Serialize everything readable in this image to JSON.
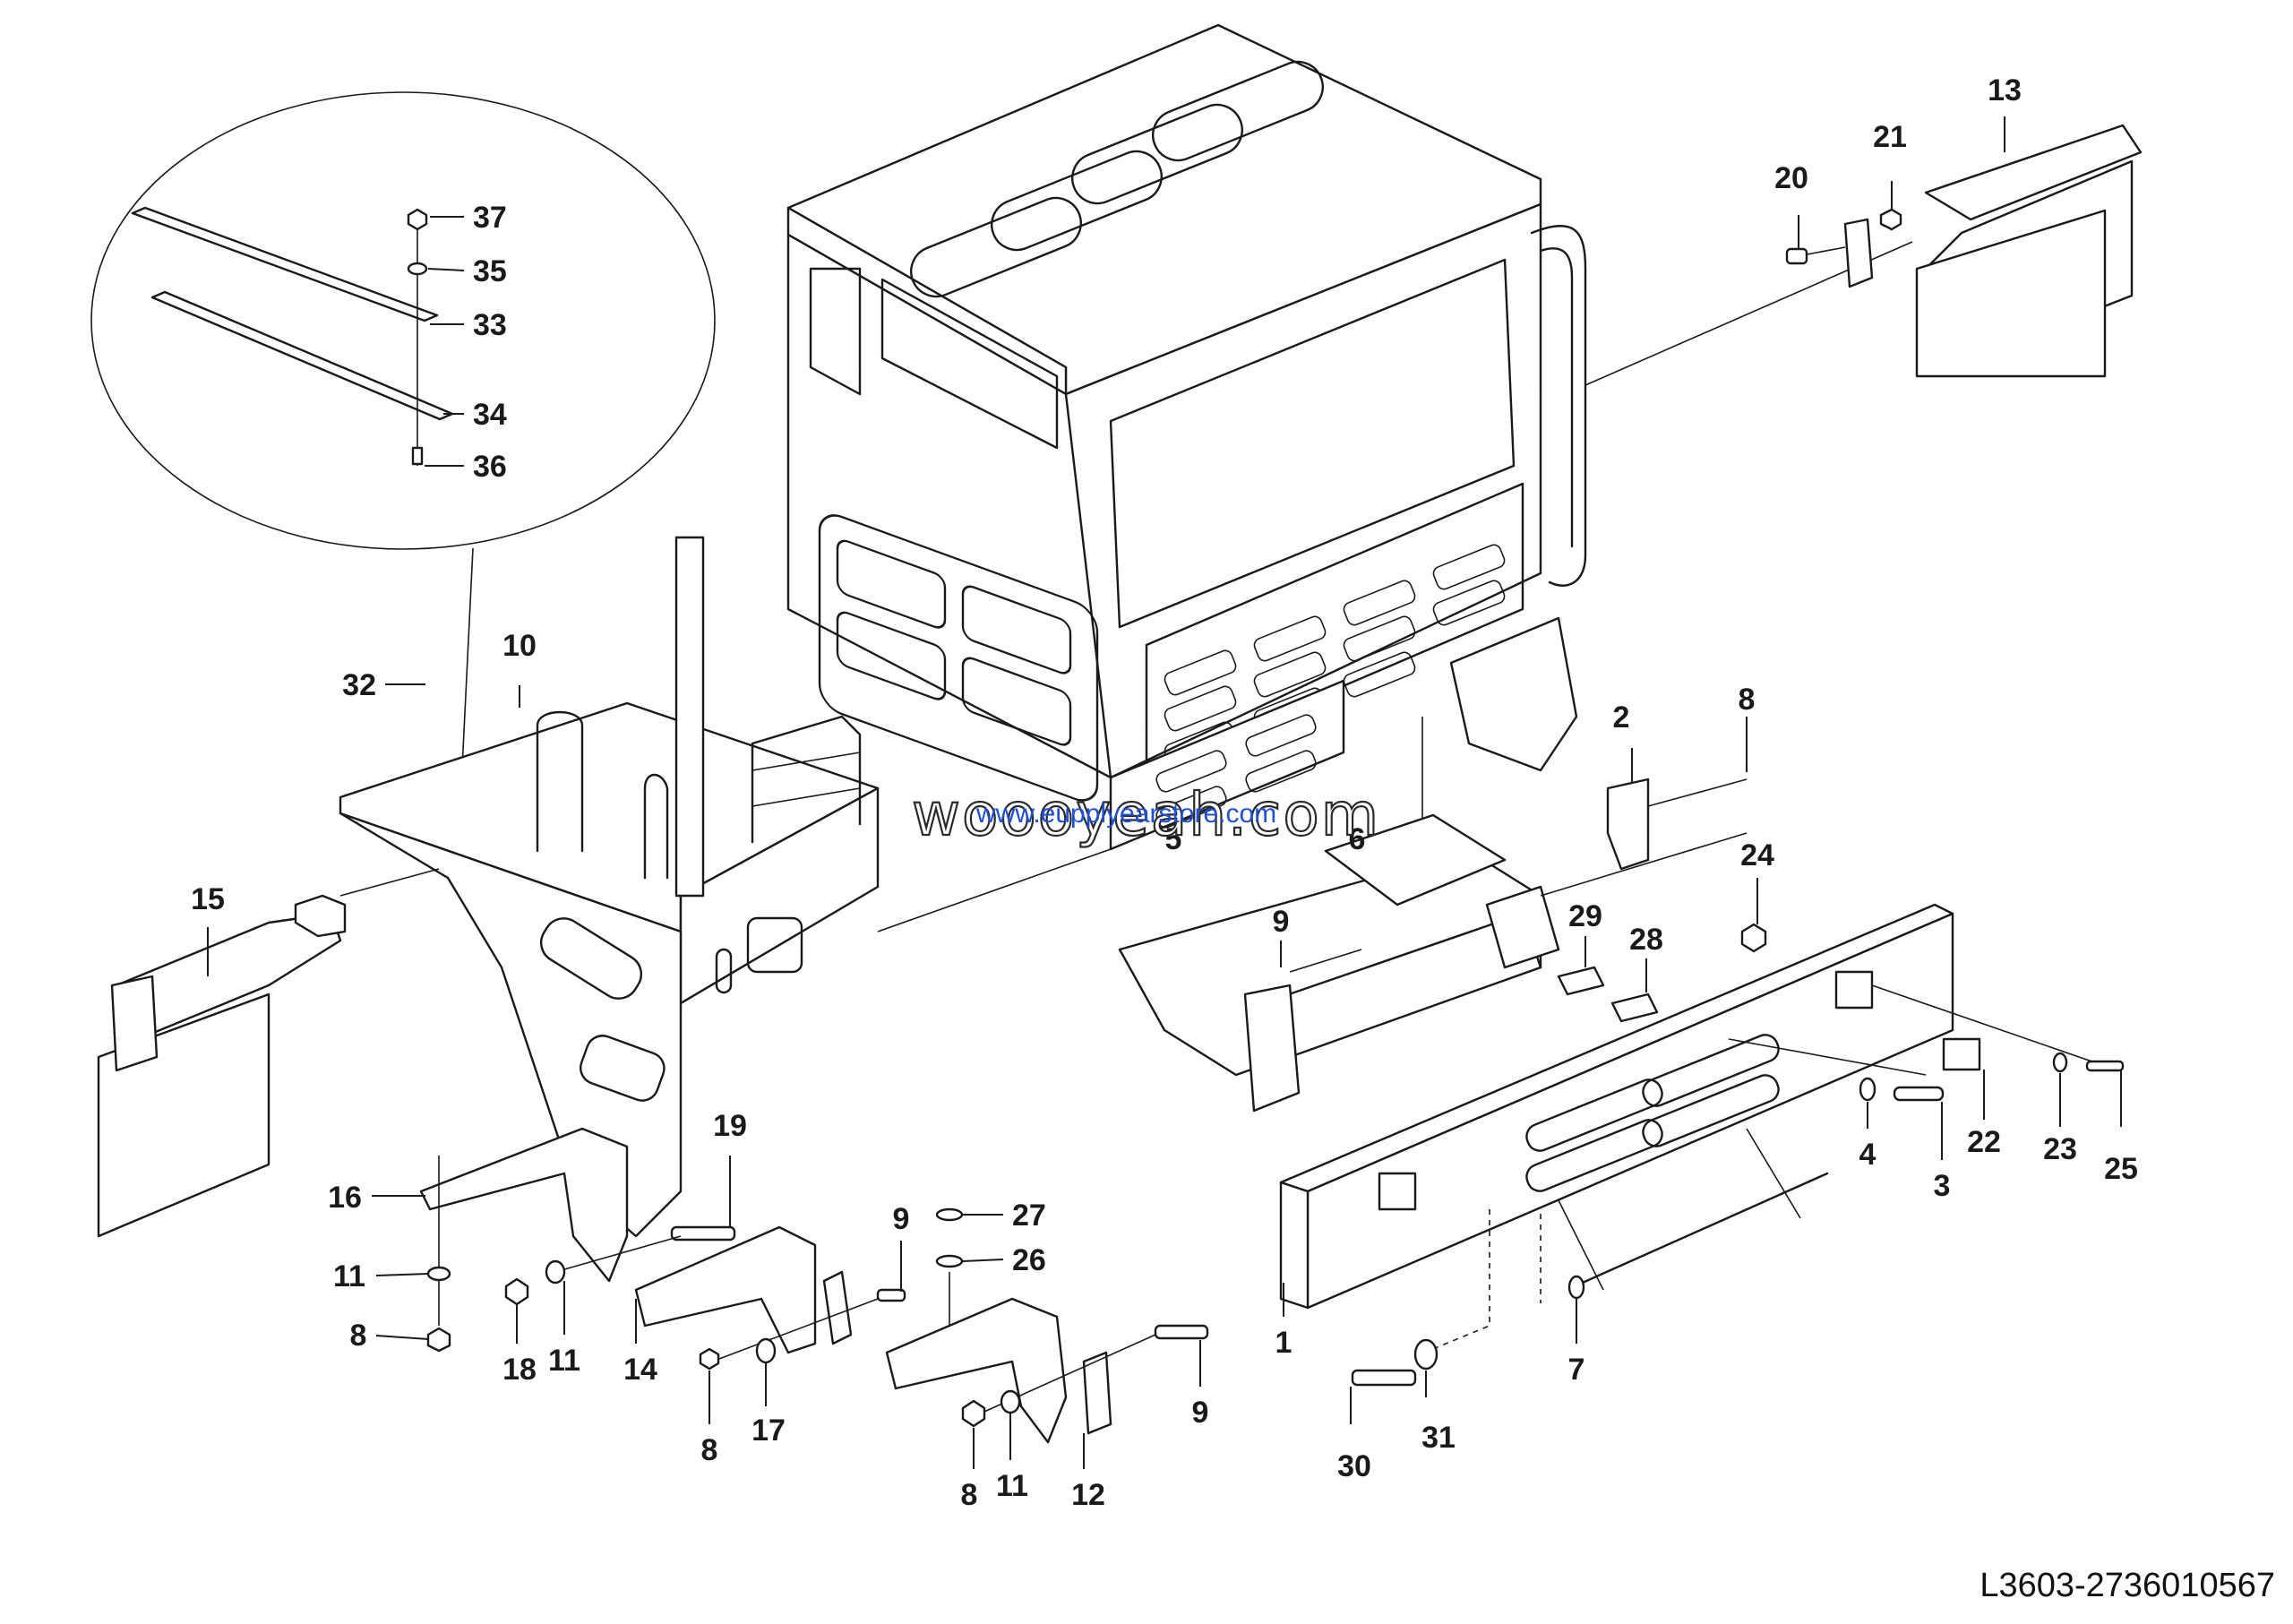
{
  "reference_code": "L3603-2736010567",
  "watermark": {
    "main": "woooyeah.com",
    "overlay": "www.eupplyearstore.com"
  },
  "callouts": [
    {
      "id": "c1",
      "label": "1"
    },
    {
      "id": "c2",
      "label": "2"
    },
    {
      "id": "c3",
      "label": "3"
    },
    {
      "id": "c4",
      "label": "4"
    },
    {
      "id": "c5",
      "label": "5"
    },
    {
      "id": "c6",
      "label": "6"
    },
    {
      "id": "c7",
      "label": "7"
    },
    {
      "id": "c8a",
      "label": "8"
    },
    {
      "id": "c8b",
      "label": "8"
    },
    {
      "id": "c8c",
      "label": "8"
    },
    {
      "id": "c8d",
      "label": "8"
    },
    {
      "id": "c9a",
      "label": "9"
    },
    {
      "id": "c9b",
      "label": "9"
    },
    {
      "id": "c9c",
      "label": "9"
    },
    {
      "id": "c10",
      "label": "10"
    },
    {
      "id": "c11a",
      "label": "11"
    },
    {
      "id": "c11b",
      "label": "11"
    },
    {
      "id": "c11c",
      "label": "11"
    },
    {
      "id": "c12",
      "label": "12"
    },
    {
      "id": "c13",
      "label": "13"
    },
    {
      "id": "c14",
      "label": "14"
    },
    {
      "id": "c15",
      "label": "15"
    },
    {
      "id": "c16",
      "label": "16"
    },
    {
      "id": "c17",
      "label": "17"
    },
    {
      "id": "c18",
      "label": "18"
    },
    {
      "id": "c19",
      "label": "19"
    },
    {
      "id": "c20",
      "label": "20"
    },
    {
      "id": "c21",
      "label": "21"
    },
    {
      "id": "c22",
      "label": "22"
    },
    {
      "id": "c23",
      "label": "23"
    },
    {
      "id": "c24",
      "label": "24"
    },
    {
      "id": "c25",
      "label": "25"
    },
    {
      "id": "c26",
      "label": "26"
    },
    {
      "id": "c27",
      "label": "27"
    },
    {
      "id": "c28",
      "label": "28"
    },
    {
      "id": "c29",
      "label": "29"
    },
    {
      "id": "c30",
      "label": "30"
    },
    {
      "id": "c31",
      "label": "31"
    },
    {
      "id": "c32",
      "label": "32"
    },
    {
      "id": "c33",
      "label": "33"
    },
    {
      "id": "c34",
      "label": "34"
    },
    {
      "id": "c35",
      "label": "35"
    },
    {
      "id": "c36",
      "label": "36"
    },
    {
      "id": "c37",
      "label": "37"
    }
  ]
}
